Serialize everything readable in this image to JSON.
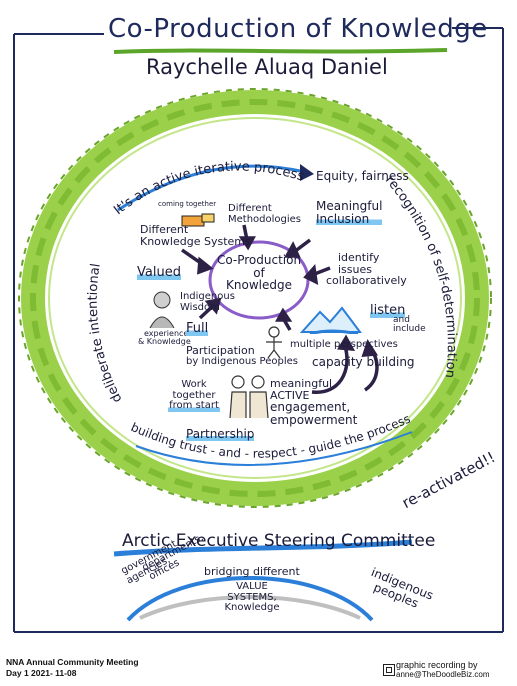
{
  "title": "Co-Production of Knowledge",
  "presenter": "Raychelle Aluaq Daniel",
  "circle_top": "It's an active iterative process",
  "equity": "Equity, fairness",
  "circle_left": "deliberate intentional",
  "circle_right": "recognition of self-determination",
  "circle_bottom": "building trust - and - respect - guide the process",
  "center_text": [
    "Co-Production",
    "of",
    "Knowledge"
  ],
  "notes": {
    "coming_together": "coming together",
    "different_methodologies": "Different Methodologies",
    "meaningful_inclusion": [
      "Meaningful",
      "Inclusion"
    ],
    "different_knowledge_systems": [
      "Different",
      "Knowledge Systems"
    ],
    "identify_issues": [
      "identify",
      "issues",
      "collaboratively"
    ],
    "valued": "Valued",
    "indigenous_wisdom": [
      "Indigenous",
      "Wisdom"
    ],
    "experience_knowledge": [
      "experience",
      "& Knowledge"
    ],
    "full": "Full",
    "listen": "listen",
    "and_include": [
      "and",
      "include"
    ],
    "participation": [
      "Participation",
      "by Indigenous Peoples"
    ],
    "multiple_perspectives": "multiple perspectives",
    "capacity_building": "capacity building",
    "work_together": [
      "Work",
      "together",
      "from start"
    ],
    "meaningful_active": [
      "meaningful",
      "ACTIVE",
      "engagement,",
      "empowerment"
    ],
    "partnership": "Partnership"
  },
  "reactivated": "re-activated!!",
  "committee": "Arctic Executive Steering Committee",
  "bridging": "bridging different",
  "value_systems": [
    "VALUE",
    "SYSTEMS,",
    "Knowledge"
  ],
  "government": [
    "government",
    "agencies,",
    "departments,",
    "offices"
  ],
  "indigenous_peoples": [
    "indigenous",
    "peoples"
  ],
  "footer": {
    "line1": "NNA Annual Community Meeting",
    "line2": "Day 1  2021- 11-08",
    "credit1": "graphic recording by",
    "credit2": "anne@TheDoodleBiz.com"
  },
  "colors": {
    "green": "#8cc63f",
    "dark_green": "#4a8a1c",
    "navy": "#1f2a5c",
    "blue": "#2b7fd8",
    "purple": "#8a5cc8",
    "ink": "#1b1b3a"
  }
}
